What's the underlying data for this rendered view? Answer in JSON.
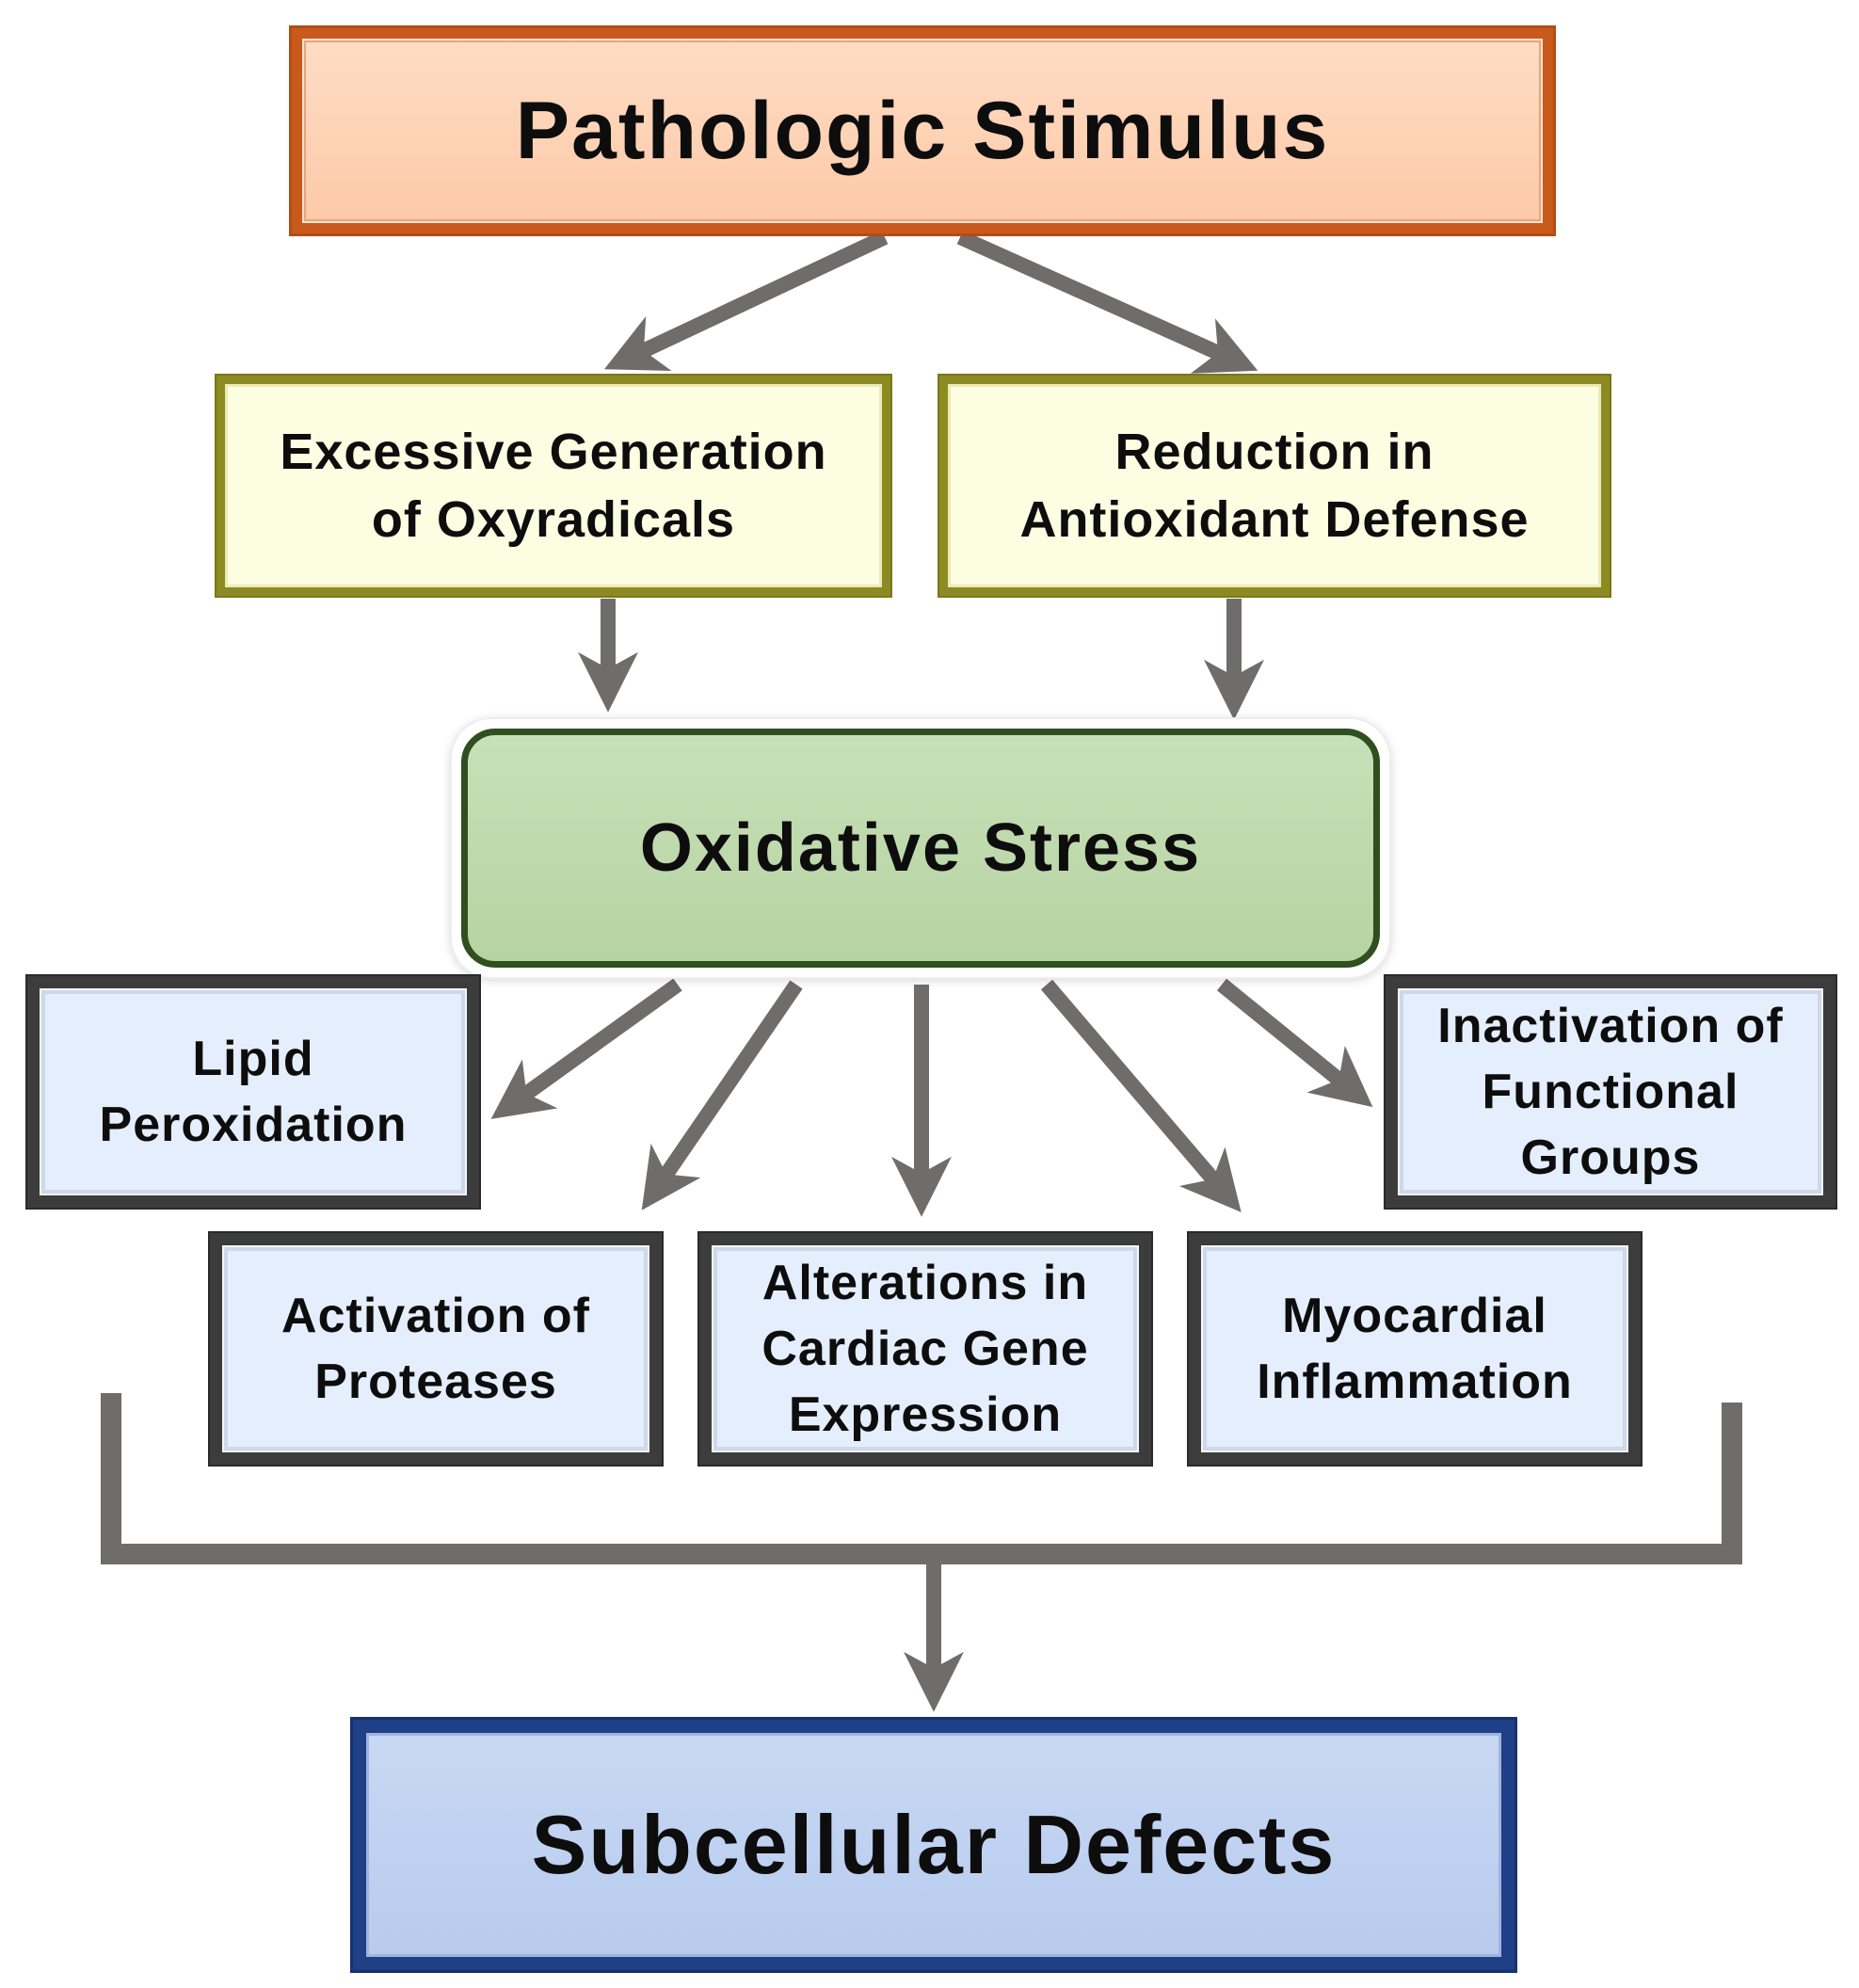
{
  "nodes": {
    "stimulus": "Pathologic Stimulus",
    "oxyradicals": "Excessive Generation\nof Oxyradicals",
    "antioxidant": "Reduction in\nAntioxidant Defense",
    "oxidative_stress": "Oxidative Stress",
    "lipid": "Lipid\nPeroxidation",
    "inactivation": "Inactivation of\nFunctional\nGroups",
    "proteases": "Activation of\nProteases",
    "gene_expression": "Alterations in\nCardiac Gene\nExpression",
    "inflammation": "Myocardial\nInflammation",
    "subcellular": "Subcellular Defects"
  },
  "colors": {
    "arrow": "#6f6c6c",
    "stimulus_fill": "#fdd0b0",
    "stimulus_border": "#c85a1c",
    "cause_fill": "#fdfde2",
    "cause_border": "#8c8a22",
    "stress_fill": "#bfdbac",
    "stress_border": "#2f4f1f",
    "effect_fill": "#e5eefc",
    "effect_border": "#3c3c3c",
    "defects_fill": "#c0d2f1",
    "defects_border": "#1f3f86"
  }
}
